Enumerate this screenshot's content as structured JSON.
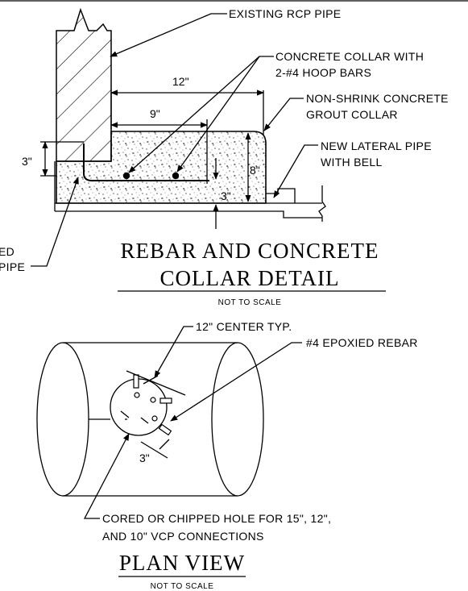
{
  "detail": {
    "label_existing_rcp": "EXISTING RCP PIPE",
    "label_collar_line1": "CONCRETE COLLAR WITH",
    "label_collar_line2": "2-#4 HOOP BARS",
    "label_grout_line1": "NON-SHRINK CONCRETE",
    "label_grout_line2": "GROUT COLLAR",
    "label_lateral_line1": "NEW LATERAL PIPE",
    "label_lateral_line2": "WITH BELL",
    "label_cut_line1": "ED",
    "label_cut_line2": "PIPE",
    "dim_12": "12\"",
    "dim_9": "9\"",
    "dim_3_left": "3\"",
    "dim_8": "8\"",
    "dim_3_right": "3\"",
    "title_line1": "REBAR AND CONCRETE",
    "title_line2": "COLLAR DETAIL",
    "scale_note": "NOT TO SCALE"
  },
  "plan": {
    "label_center": "12\" CENTER TYP.",
    "label_rebar": "#4 EPOXIED REBAR",
    "dim_3": "3\"",
    "label_hole_line1": "CORED OR CHIPPED HOLE FOR 15\", 12\",",
    "label_hole_line2": "AND 10\" VCP CONNECTIONS",
    "title": "PLAN VIEW",
    "scale_note": "NOT TO SCALE"
  }
}
